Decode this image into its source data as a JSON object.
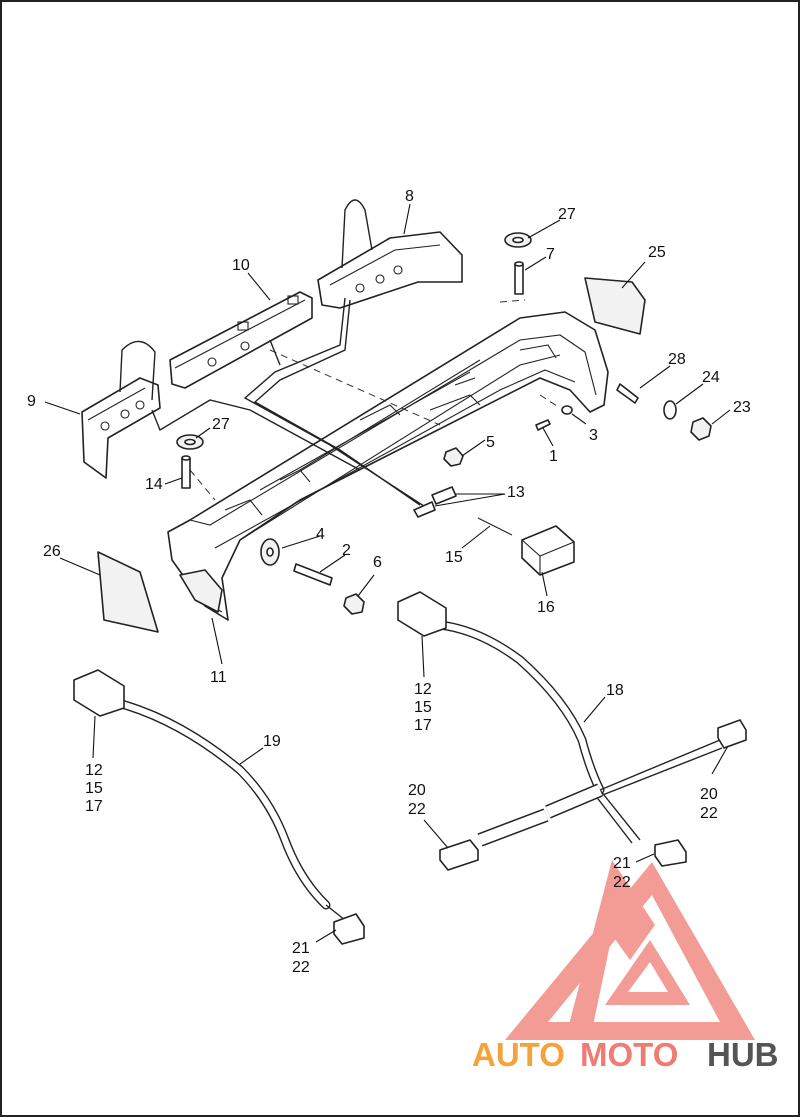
{
  "diagram": {
    "callouts": {
      "c1": "1",
      "c2": "2",
      "c3": "3",
      "c4": "4",
      "c5": "5",
      "c6": "6",
      "c7": "7",
      "c8": "8",
      "c9": "9",
      "c10": "10",
      "c11": "11",
      "c13": "13",
      "c14": "14",
      "c15": "15",
      "c16": "16",
      "c18": "18",
      "c19": "19",
      "c23": "23",
      "c24": "24",
      "c25": "25",
      "c26": "26",
      "c27a": "27",
      "c27b": "27",
      "c28": "28",
      "conn18_top": [
        "12",
        "15",
        "17"
      ],
      "conn19_top": [
        "12",
        "15",
        "17"
      ],
      "conn18_left": [
        "20",
        "22"
      ],
      "conn18_right": [
        "20",
        "22"
      ],
      "conn18_bottom": [
        "21",
        "22"
      ],
      "conn19_bottom": [
        "21",
        "22"
      ]
    },
    "colors": {
      "line": "#222222",
      "watermark_red": "#f07b72",
      "watermark_orange": "#f3a33a",
      "watermark_gray": "#555555"
    }
  },
  "watermark": {
    "part1": "AUTO",
    "part2": "MOTO",
    "part3": "HUB"
  }
}
